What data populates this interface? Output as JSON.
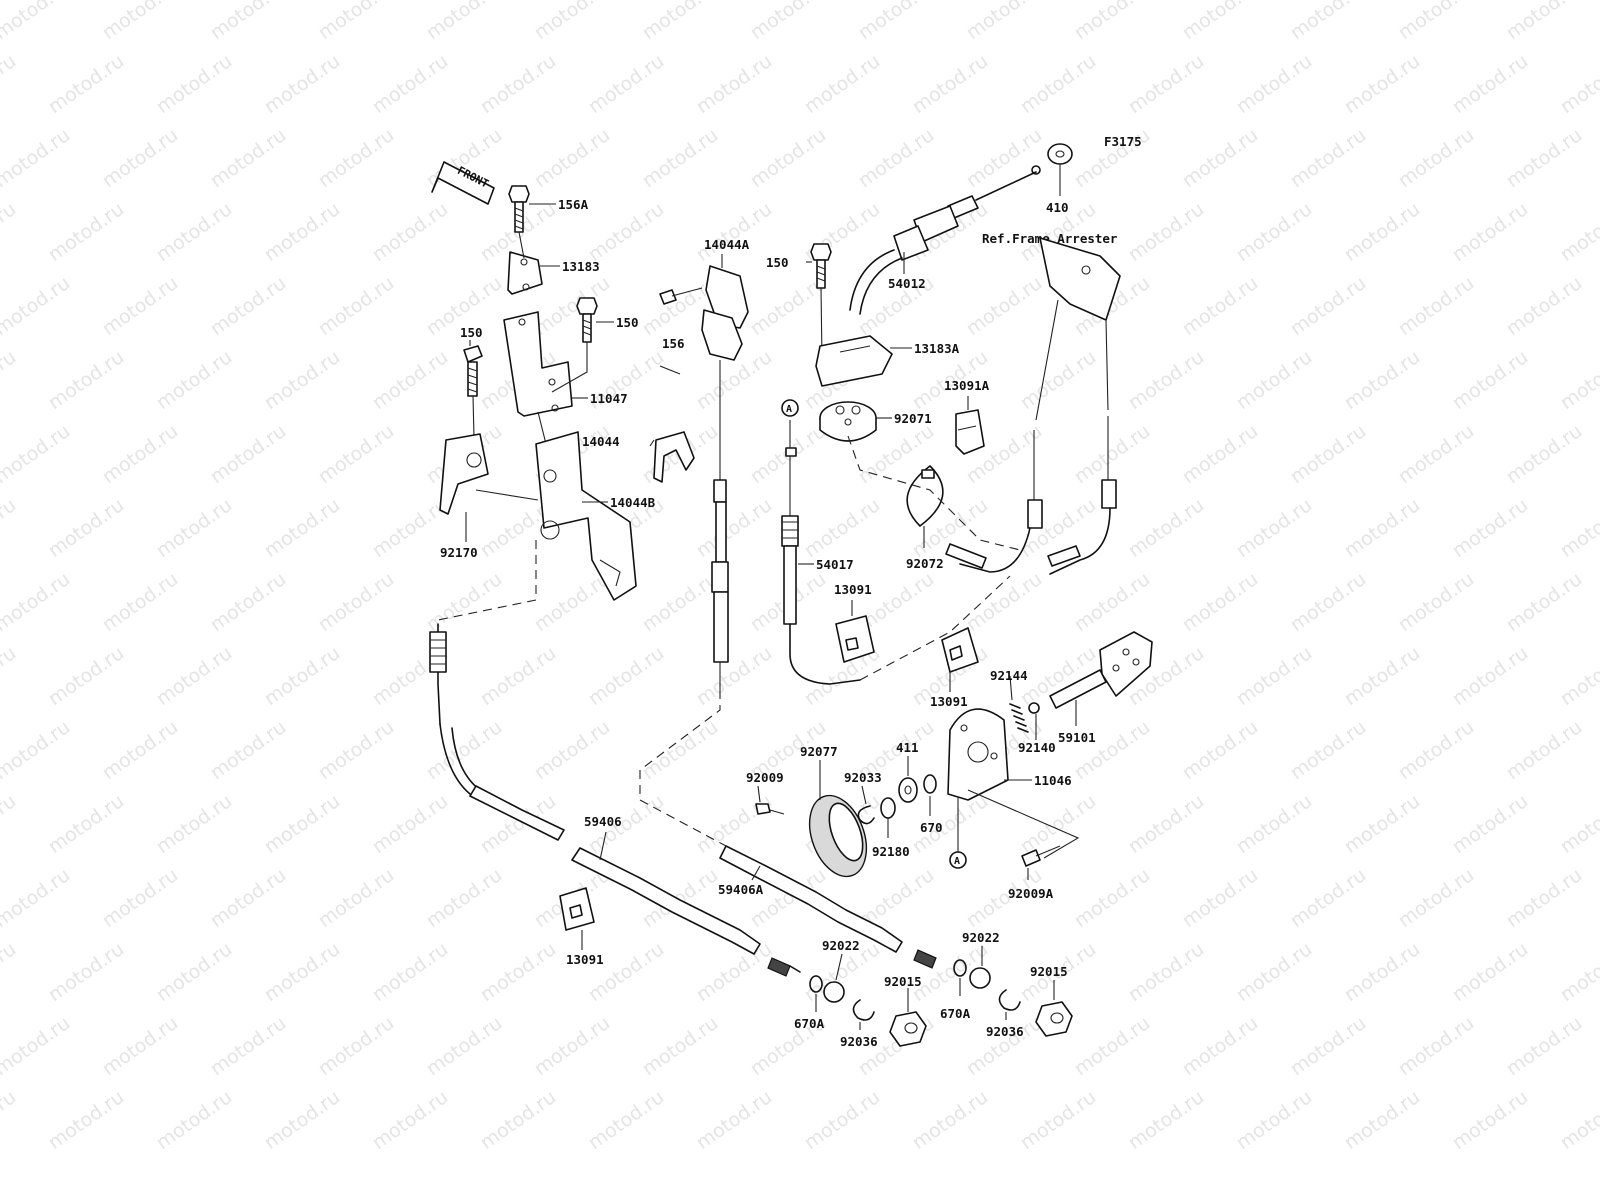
{
  "figure_code": "F3175",
  "front_label": "FRONT",
  "ref_note": "Ref.Frame Arrester",
  "watermark": "motod.ru",
  "reference_marker": "A",
  "part_labels": [
    "156A",
    "13183",
    "150",
    "150",
    "11047",
    "156",
    "14044A",
    "14044",
    "14044B",
    "92170",
    "150",
    "54012",
    "410",
    "13183A",
    "92071",
    "13091A",
    "54017",
    "92072",
    "13091",
    "13091",
    "92144",
    "92140",
    "59101",
    "92077",
    "92009",
    "92033",
    "411",
    "11046",
    "670",
    "92180",
    "92009A",
    "59406",
    "59406A",
    "13091",
    "92022",
    "92015",
    "670A",
    "92036",
    "92022",
    "92015",
    "670A",
    "92036"
  ]
}
